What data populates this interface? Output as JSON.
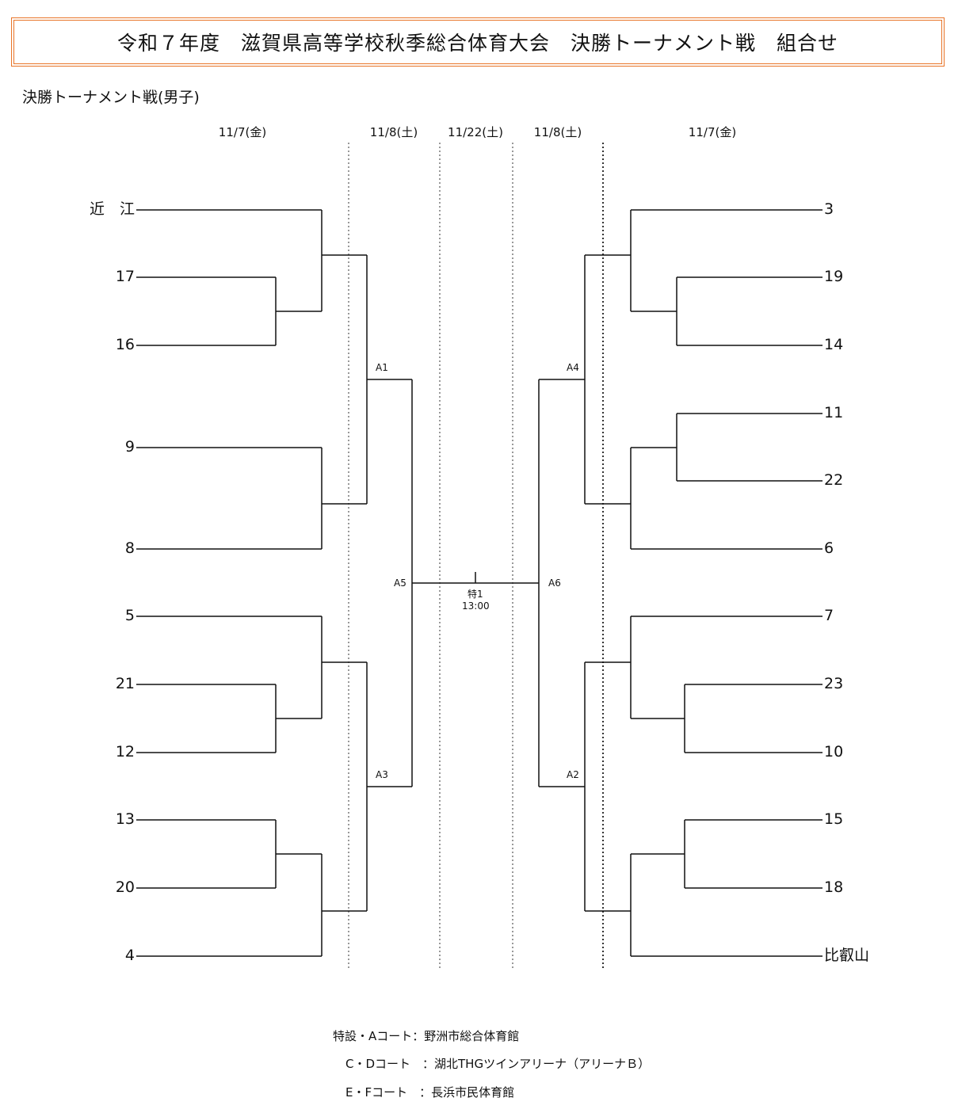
{
  "title": "令和７年度　滋賀県高等学校秋季総合体育大会　決勝トーナメント戦　組合せ",
  "subtitle": "決勝トーナメント戦(男子)",
  "dates": [
    "11/7(金)",
    "11/8(土)",
    "11/22(土)",
    "11/8(土)",
    "11/7(金)"
  ],
  "left_teams": [
    "近　江",
    "17",
    "16",
    "9",
    "8",
    "5",
    "21",
    "12",
    "13",
    "20",
    "4"
  ],
  "right_teams": [
    "3",
    "19",
    "14",
    "11",
    "22",
    "6",
    "7",
    "23",
    "10",
    "15",
    "18",
    "比叡山"
  ],
  "matches": {
    "A1": "A1",
    "A3": "A3",
    "A5": "A5",
    "A4": "A4",
    "A2": "A2",
    "A6": "A6",
    "final": "特1",
    "final_time": "13:00"
  },
  "venues": [
    "特設・Aコート：野洲市総合体育館",
    "C・Dコート　：湖北THGツインアリーナ（アリーナＢ）",
    "E・Fコート　：長浜市民体育館"
  ]
}
